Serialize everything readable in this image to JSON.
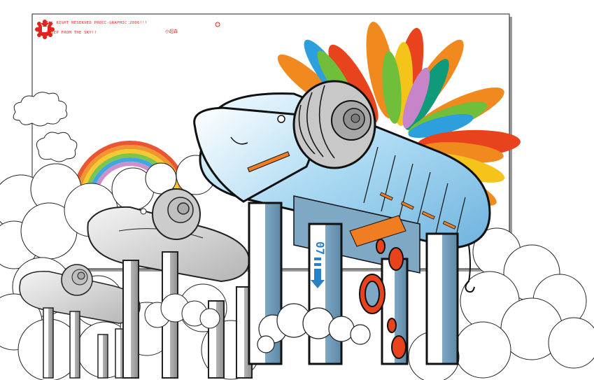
{
  "credits": {
    "line1": "ALL RIGHT RESERVED PROCC-GRAPHIC 2006!!!",
    "line2": "SHEEP FROM THE SKY!!",
    "signature": "小超森"
  },
  "logo": {
    "icon": "red-flower-badge-icon"
  },
  "ram_big": {
    "number": "07"
  },
  "palette": {
    "accent_red": "#e2231a",
    "sky_blue": "#a9d9f2",
    "pillar_blue": "#7ea8c4",
    "orange": "#f07d22",
    "ray_colors": [
      "#e8431c",
      "#f08a1e",
      "#f4c41a",
      "#6fbf3a",
      "#2c9fdc",
      "#c784c8",
      "#0f9a7a"
    ]
  }
}
